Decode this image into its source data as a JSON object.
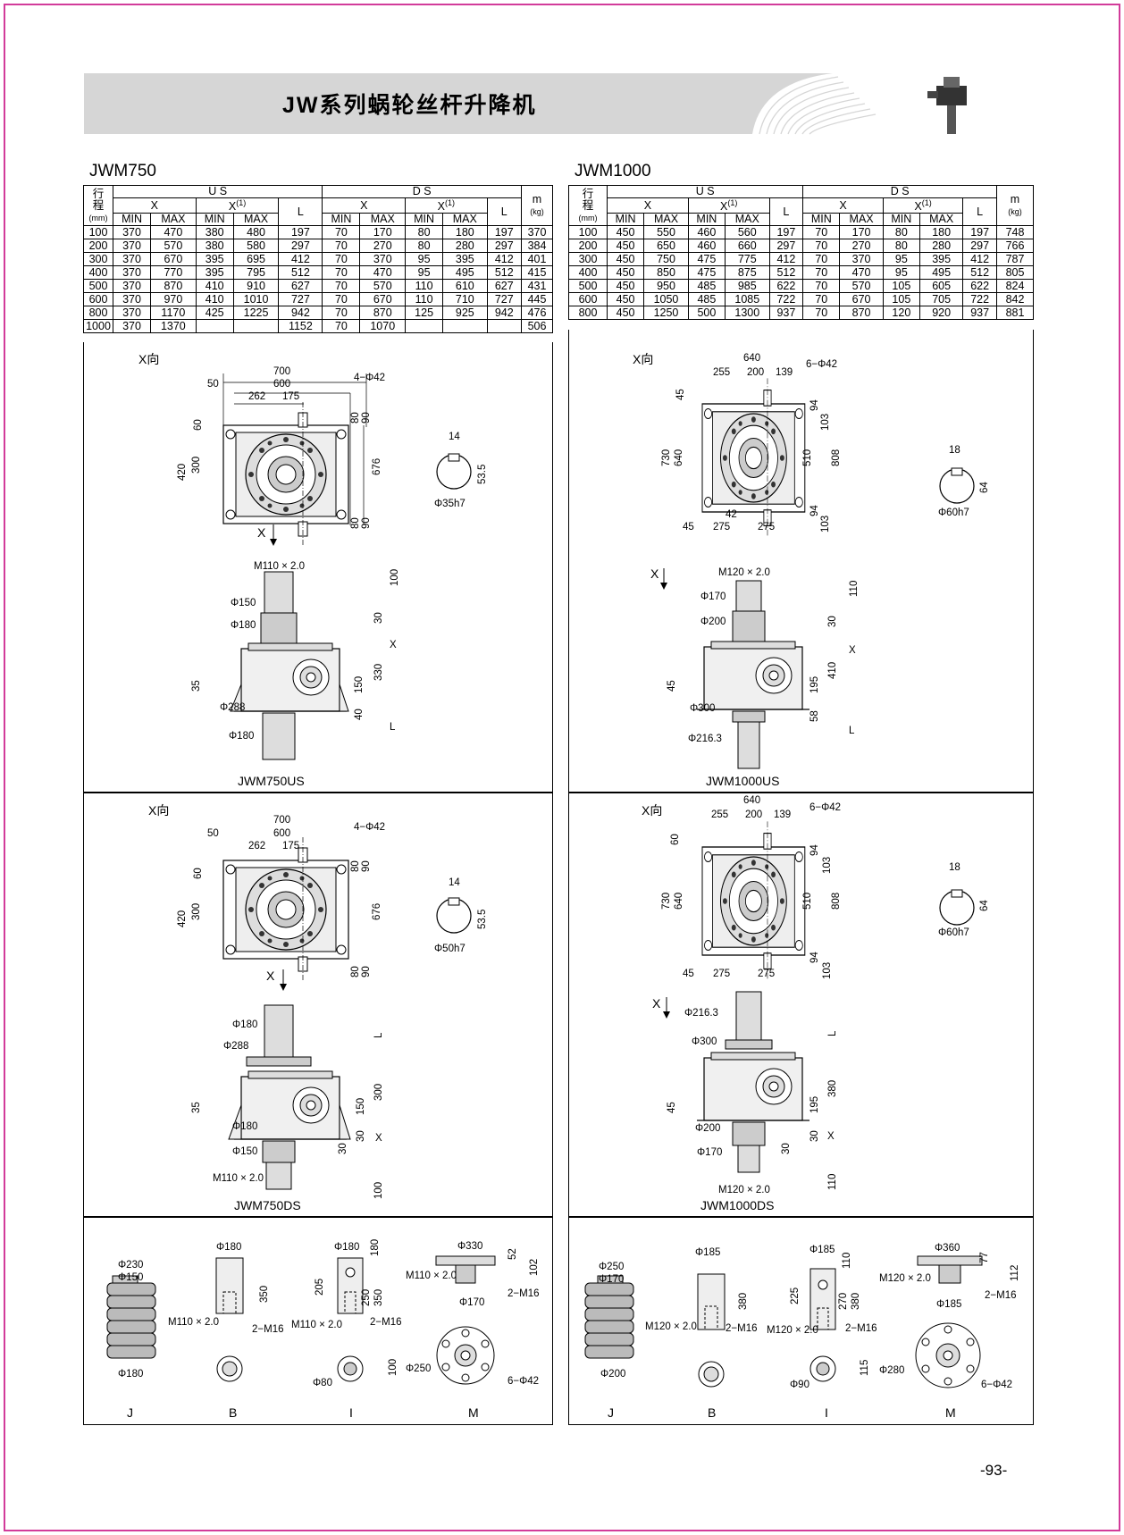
{
  "header": {
    "title": "JW系列蜗轮丝杆升降机"
  },
  "page_number": "-93-",
  "tables": [
    {
      "model": "JWM750",
      "stroke_label": [
        "行",
        "程",
        "(mm)"
      ],
      "us_label": "U S",
      "ds_label": "D S",
      "x_label": "X",
      "x1_label": "X",
      "x1_sup": "(1)",
      "l_label": "L",
      "min_label": "MIN",
      "max_label": "MAX",
      "m_label": "m",
      "kg_label": "(kg)",
      "rows": [
        [
          "100",
          "370",
          "470",
          "380",
          "480",
          "197",
          "70",
          "170",
          "80",
          "180",
          "197",
          "370"
        ],
        [
          "200",
          "370",
          "570",
          "380",
          "580",
          "297",
          "70",
          "270",
          "80",
          "280",
          "297",
          "384"
        ],
        [
          "300",
          "370",
          "670",
          "395",
          "695",
          "412",
          "70",
          "370",
          "95",
          "395",
          "412",
          "401"
        ],
        [
          "400",
          "370",
          "770",
          "395",
          "795",
          "512",
          "70",
          "470",
          "95",
          "495",
          "512",
          "415"
        ],
        [
          "500",
          "370",
          "870",
          "410",
          "910",
          "627",
          "70",
          "570",
          "110",
          "610",
          "627",
          "431"
        ],
        [
          "600",
          "370",
          "970",
          "410",
          "1010",
          "727",
          "70",
          "670",
          "110",
          "710",
          "727",
          "445"
        ],
        [
          "800",
          "370",
          "1170",
          "425",
          "1225",
          "942",
          "70",
          "870",
          "125",
          "925",
          "942",
          "476"
        ],
        [
          "1000",
          "370",
          "1370",
          "",
          "",
          "1152",
          "70",
          "1070",
          "",
          "",
          "",
          "506"
        ]
      ]
    },
    {
      "model": "JWM1000",
      "stroke_label": [
        "行",
        "程",
        "(mm)"
      ],
      "us_label": "U S",
      "ds_label": "D S",
      "x_label": "X",
      "x1_label": "X",
      "x1_sup": "(1)",
      "l_label": "L",
      "min_label": "MIN",
      "max_label": "MAX",
      "m_label": "m",
      "kg_label": "(kg)",
      "rows": [
        [
          "100",
          "450",
          "550",
          "460",
          "560",
          "197",
          "70",
          "170",
          "80",
          "180",
          "197",
          "748"
        ],
        [
          "200",
          "450",
          "650",
          "460",
          "660",
          "297",
          "70",
          "270",
          "80",
          "280",
          "297",
          "766"
        ],
        [
          "300",
          "450",
          "750",
          "475",
          "775",
          "412",
          "70",
          "370",
          "95",
          "395",
          "412",
          "787"
        ],
        [
          "400",
          "450",
          "850",
          "475",
          "875",
          "512",
          "70",
          "470",
          "95",
          "495",
          "512",
          "805"
        ],
        [
          "500",
          "450",
          "950",
          "485",
          "985",
          "622",
          "70",
          "570",
          "105",
          "605",
          "622",
          "824"
        ],
        [
          "600",
          "450",
          "1050",
          "485",
          "1085",
          "722",
          "70",
          "670",
          "105",
          "705",
          "722",
          "842"
        ],
        [
          "800",
          "450",
          "1250",
          "500",
          "1300",
          "937",
          "70",
          "870",
          "120",
          "920",
          "937",
          "881"
        ]
      ]
    }
  ],
  "drawings": {
    "left": {
      "x_view": "X向",
      "x_arrow": "X",
      "plan_dims": {
        "d700": "700",
        "d600": "600",
        "d50": "50",
        "d262": "262",
        "d175": "175",
        "holes": "4−Φ42",
        "d80": "80",
        "d90": "90",
        "d60": "60",
        "d420": "420",
        "d300": "300",
        "d676": "676"
      },
      "us_shaft": {
        "key": "14",
        "height": "53.5",
        "dia": "Φ35h7"
      },
      "ds_shaft": {
        "key": "14",
        "height": "53.5",
        "dia": "Φ50h7"
      },
      "us_side": {
        "thread": "M110 × 2.0",
        "d150": "Φ150",
        "d180": "Φ180",
        "d288": "Φ288",
        "d180b": "Φ180",
        "h100": "100",
        "h30": "30",
        "x": "X",
        "h330": "330",
        "h150": "150",
        "h35": "35",
        "h40": "40",
        "l": "L"
      },
      "ds_side": {
        "d180": "Φ180",
        "d288": "Φ288",
        "l": "L",
        "h300": "300",
        "h150": "150",
        "h35": "35",
        "h30": "30",
        "x": "X",
        "h30b": "30",
        "d180b": "Φ180",
        "d150": "Φ150",
        "thread": "M110 × 2.0",
        "h100": "100"
      },
      "us_caption": "JWM750US",
      "ds_caption": "JWM750DS",
      "ends": {
        "J": {
          "d230": "Φ230",
          "d150": "Φ150",
          "d180": "Φ180"
        },
        "B": {
          "d180": "Φ180",
          "h350": "350",
          "thread": "M110 × 2.0",
          "holes": "2−M16"
        },
        "I": {
          "d180": "Φ180",
          "h180": "180",
          "h205": "205",
          "h250": "250",
          "h350": "350",
          "thread": "M110 × 2.0",
          "holes": "2−M16",
          "d80": "Φ80",
          "h100": "100"
        },
        "M": {
          "d330": "Φ330",
          "h52": "52",
          "h102": "102",
          "thread": "M110 × 2.0",
          "d170": "Φ170",
          "holes": "2−M16",
          "d250": "Φ250",
          "holes6": "6−Φ42"
        },
        "labels": [
          "J",
          "B",
          "I",
          "M"
        ]
      }
    },
    "right": {
      "x_view": "X向",
      "x_arrow": "X",
      "plan_dims": {
        "d640": "640",
        "d255": "255",
        "d200": "200",
        "d139": "139",
        "holes": "6−Φ42",
        "d45": "45",
        "d730": "730",
        "d640v": "640",
        "d94": "94",
        "d103": "103",
        "d510": "510",
        "d808": "808",
        "d42": "42",
        "d45b": "45",
        "d275a": "275",
        "d275b": "275",
        "d94b": "94",
        "d103b": "103",
        "d60": "60"
      },
      "us_shaft": {
        "key": "18",
        "height": "64",
        "dia": "Φ60h7"
      },
      "ds_shaft": {
        "key": "18",
        "height": "64",
        "dia": "Φ60h7"
      },
      "us_side": {
        "thread": "M120 × 2.0",
        "d170": "Φ170",
        "d200": "Φ200",
        "d300": "Φ300",
        "d216": "Φ216.3",
        "h110": "110",
        "h30": "30",
        "x": "X",
        "h410": "410",
        "h195": "195",
        "h45": "45",
        "h58": "58",
        "l": "L"
      },
      "ds_side": {
        "d216": "Φ216.3",
        "d300": "Φ300",
        "l": "L",
        "h380": "380",
        "h195": "195",
        "h45": "45",
        "d200": "Φ200",
        "h30": "30",
        "x": "X",
        "h30b": "30",
        "d170": "Φ170",
        "thread": "M120 × 2.0",
        "h110": "110"
      },
      "us_caption": "JWM1000US",
      "ds_caption": "JWM1000DS",
      "ends": {
        "J": {
          "d250": "Φ250",
          "d170": "Φ170",
          "d200": "Φ200"
        },
        "B": {
          "d185": "Φ185",
          "h380": "380",
          "thread": "M120 × 2.0",
          "holes": "2−M16"
        },
        "I": {
          "d185": "Φ185",
          "h110": "110",
          "h225": "225",
          "h270": "270",
          "h380": "380",
          "thread": "M120 × 2.0",
          "holes": "2−M16",
          "d90": "Φ90",
          "h115": "115"
        },
        "M": {
          "d360": "Φ360",
          "h77": "77",
          "h112": "112",
          "thread": "M120 × 2.0",
          "d185": "Φ185",
          "holes": "2−M16",
          "d280": "Φ280",
          "holes6": "6−Φ42"
        },
        "labels": [
          "J",
          "B",
          "I",
          "M"
        ]
      }
    }
  }
}
